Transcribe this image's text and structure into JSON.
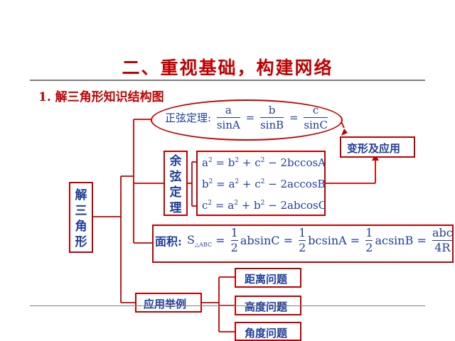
{
  "title": "二、重视基础，构建网络",
  "section_heading": "1. 解三角形知识结构图",
  "root": {
    "chars": [
      "解",
      "三",
      "角",
      "形"
    ]
  },
  "law_of_sines": {
    "label": "正弦定理:",
    "n1": "a",
    "d1": "sinA",
    "n2": "b",
    "d2": "sinB",
    "n3": "c",
    "d3": "sinC",
    "eq": "="
  },
  "law_of_cosines": {
    "chars": [
      "余",
      "弦",
      "定",
      "理"
    ],
    "lines": [
      {
        "lhs": "a",
        "t1": "b",
        "t2": "c",
        "tail": "− 2bccosA"
      },
      {
        "lhs": "b",
        "t1": "a",
        "t2": "c",
        "tail": "− 2accosB"
      },
      {
        "lhs": "c",
        "t1": "a",
        "t2": "b",
        "tail": "− 2abcosC"
      }
    ],
    "exp": "2"
  },
  "transform_box": "变形及应用",
  "area": {
    "label": "面积:",
    "s": "S",
    "sub": "△ABC",
    "one": "1",
    "two": "2",
    "t1": "absinC",
    "t2": "bcsinA",
    "t3": "acsinB",
    "last_num": "abc",
    "last_den": "4R",
    "eq": "="
  },
  "applications": {
    "label": "应用举例",
    "items": [
      "距离问题",
      "高度问题",
      "角度问题"
    ]
  },
  "colors": {
    "title": "#c00000",
    "border": "#c00000",
    "text": "#1f3d99",
    "rule": "#7f7f7f"
  }
}
